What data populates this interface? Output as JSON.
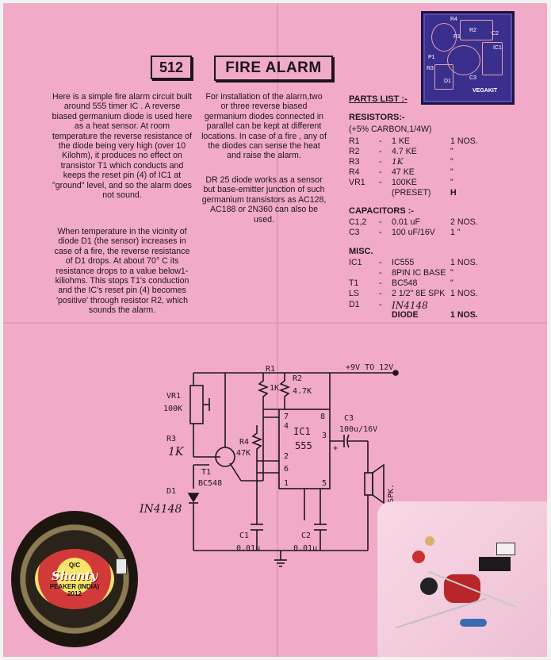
{
  "header": {
    "code": "512",
    "title": "FIRE ALARM"
  },
  "column1": {
    "p1": "Here is a simple fire alarm circuit built around 555 timer IC . A reverse biased germanium diode is used here as a heat sensor. At room temperature the reverse resistance of the diode being very high (over 10 Kilohm), it produces no effect on transistor T1 which conducts and keeps the reset pin (4) of IC1 at \"ground\" level, and so the alarm does not sound.",
    "p2": "When temperature in the vicinity of diode D1 (the sensor) increases in case of a fire, the reverse resistance of D1 drops. At about 70° C its resistance drops to a value below1-kiliohms. This stops T1's conduction and the IC's reset pin (4) becomes 'positive' through resistor R2, which sounds the alarm."
  },
  "column2": {
    "p1": "For installation of the alarm,two or three reverse biased germanium diodes connected in parallel can be kept at different locations. In case of a fire , any of the diodes can sense the heat and raise the alarm.",
    "p2": "DR 25 diode works as a sensor but base-emitter junction of such germanium transistors as AC128, AC188 or 2N360 can also be used."
  },
  "parts": {
    "heading": "PARTS LIST :-",
    "resistors_heading": "RESISTORS:-",
    "resistors_note": "(+5% CARBON,1/4W)",
    "resistors": [
      {
        "ref": "R1",
        "dash": "-",
        "value": "1 KE",
        "qty": "1 NOS."
      },
      {
        "ref": "R2",
        "dash": "-",
        "value": "4.7 KE",
        "qty": "\""
      },
      {
        "ref": "R3",
        "dash": "-",
        "value": "1K",
        "qty": "\""
      },
      {
        "ref": "R4",
        "dash": "-",
        "value": "47 KE",
        "qty": "\""
      },
      {
        "ref": "VR1",
        "dash": "-",
        "value": "100KE",
        "qty": "\""
      },
      {
        "ref": "",
        "dash": "",
        "value": "(PRESET)",
        "qty": "H"
      }
    ],
    "capacitors_heading": "CAPACITORS :-",
    "capacitors": [
      {
        "ref": "C1,2",
        "dash": "-",
        "value": "0.01 uF",
        "qty": "2 NOS."
      },
      {
        "ref": "C3",
        "dash": "-",
        "value": "100 uF/16V",
        "qty": "1 \""
      }
    ],
    "misc_heading": "MISC.",
    "misc": [
      {
        "ref": "IC1",
        "dash": "-",
        "value": "IC555",
        "qty": "1 NOS."
      },
      {
        "ref": "",
        "dash": "-",
        "value": "8PIN IC BASE",
        "qty": "\""
      },
      {
        "ref": "T1",
        "dash": "-",
        "value": "BC548",
        "qty": "\""
      },
      {
        "ref": "LS",
        "dash": "-",
        "value": "2 1/2\" 8E SPK",
        "qty": "1 NOS."
      },
      {
        "ref": "D1",
        "dash": "-",
        "value": "IN4148",
        "qty": ""
      },
      {
        "ref": "",
        "dash": "",
        "value": "DIODE",
        "qty": "1 NOS."
      }
    ]
  },
  "pcb": {
    "brand": "VEGAKIT",
    "labels": [
      "R4",
      "R2",
      "C2",
      "R1",
      "P1",
      "IC1",
      "R3",
      "D1",
      "C3"
    ]
  },
  "circuit": {
    "supply": "+9V TO 12V",
    "r1": "R1",
    "r1_val": "1K",
    "r2": "R2",
    "r2_val": "4.7K",
    "vr1": "VR1",
    "vr1_val": "100K",
    "r3": "R3",
    "r3_val": "1K",
    "t1": "T1",
    "t1_val": "BC548",
    "r4": "R4",
    "r4_val": "47K",
    "d1": "D1",
    "d1_val": "IN4148",
    "ic": "IC1",
    "ic_val": "555",
    "c3": "C3",
    "c3_val": "100u/16V",
    "c1": "C1",
    "c1_val": "0.01u",
    "c2": "C2",
    "c2_val": "0.01u",
    "spk": "SPK.",
    "pins": [
      "7",
      "4",
      "8",
      "2",
      "6",
      "1",
      "5",
      "3"
    ],
    "plus": "+"
  },
  "speaker": {
    "top": "Q/C",
    "brand": "Shanty",
    "bottom": "PEAKER (INDIA)",
    "year": "2012"
  }
}
